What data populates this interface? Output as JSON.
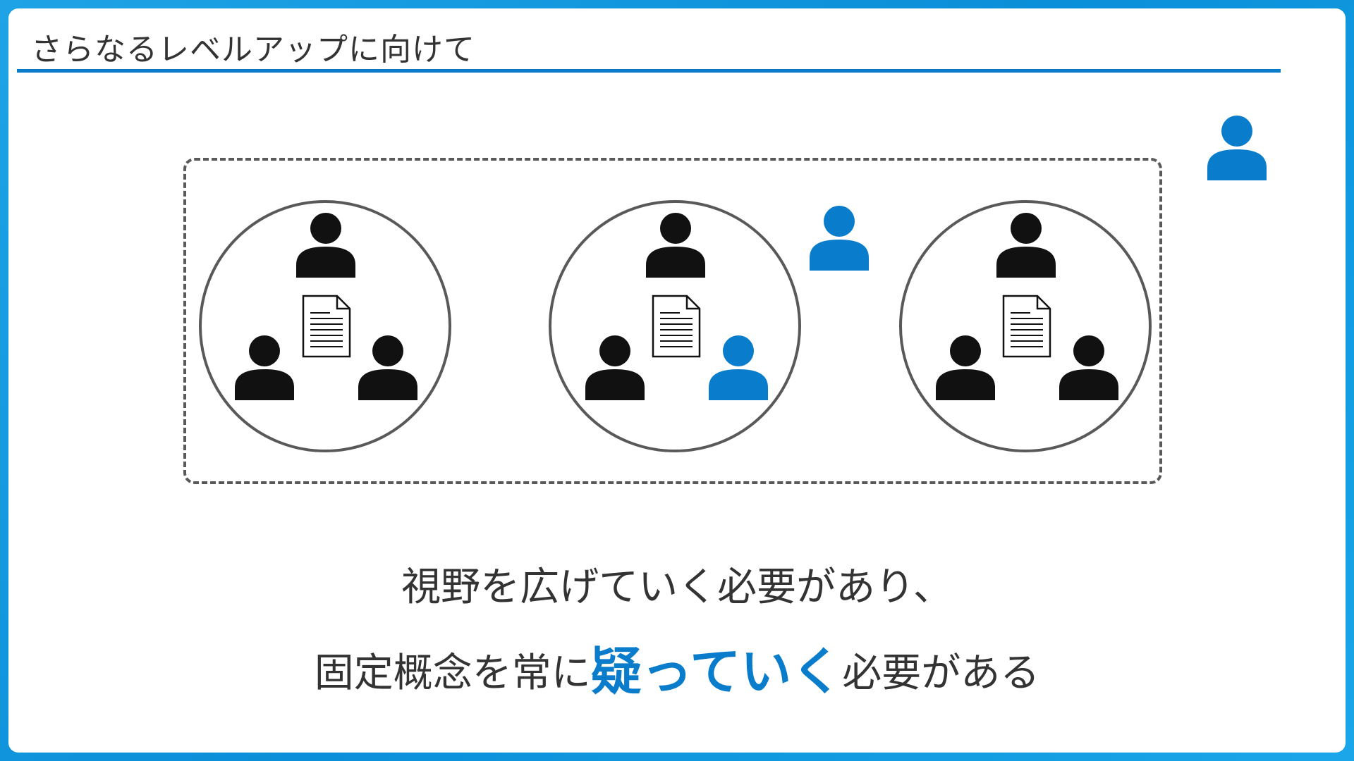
{
  "slide": {
    "title": "さらなるレベルアップに向けて",
    "message_line1": "視野を広げていく必要があり、",
    "message_line2_before": "固定概念を常に",
    "message_line2_emphasis": "疑っていく",
    "message_line2_after": "必要がある"
  },
  "colors": {
    "accent": "#0a7ccc",
    "person_default": "#111111",
    "border": "#595959",
    "frame": "#1fa3e6"
  },
  "icons": {
    "person": "person-icon",
    "document": "document-icon"
  }
}
